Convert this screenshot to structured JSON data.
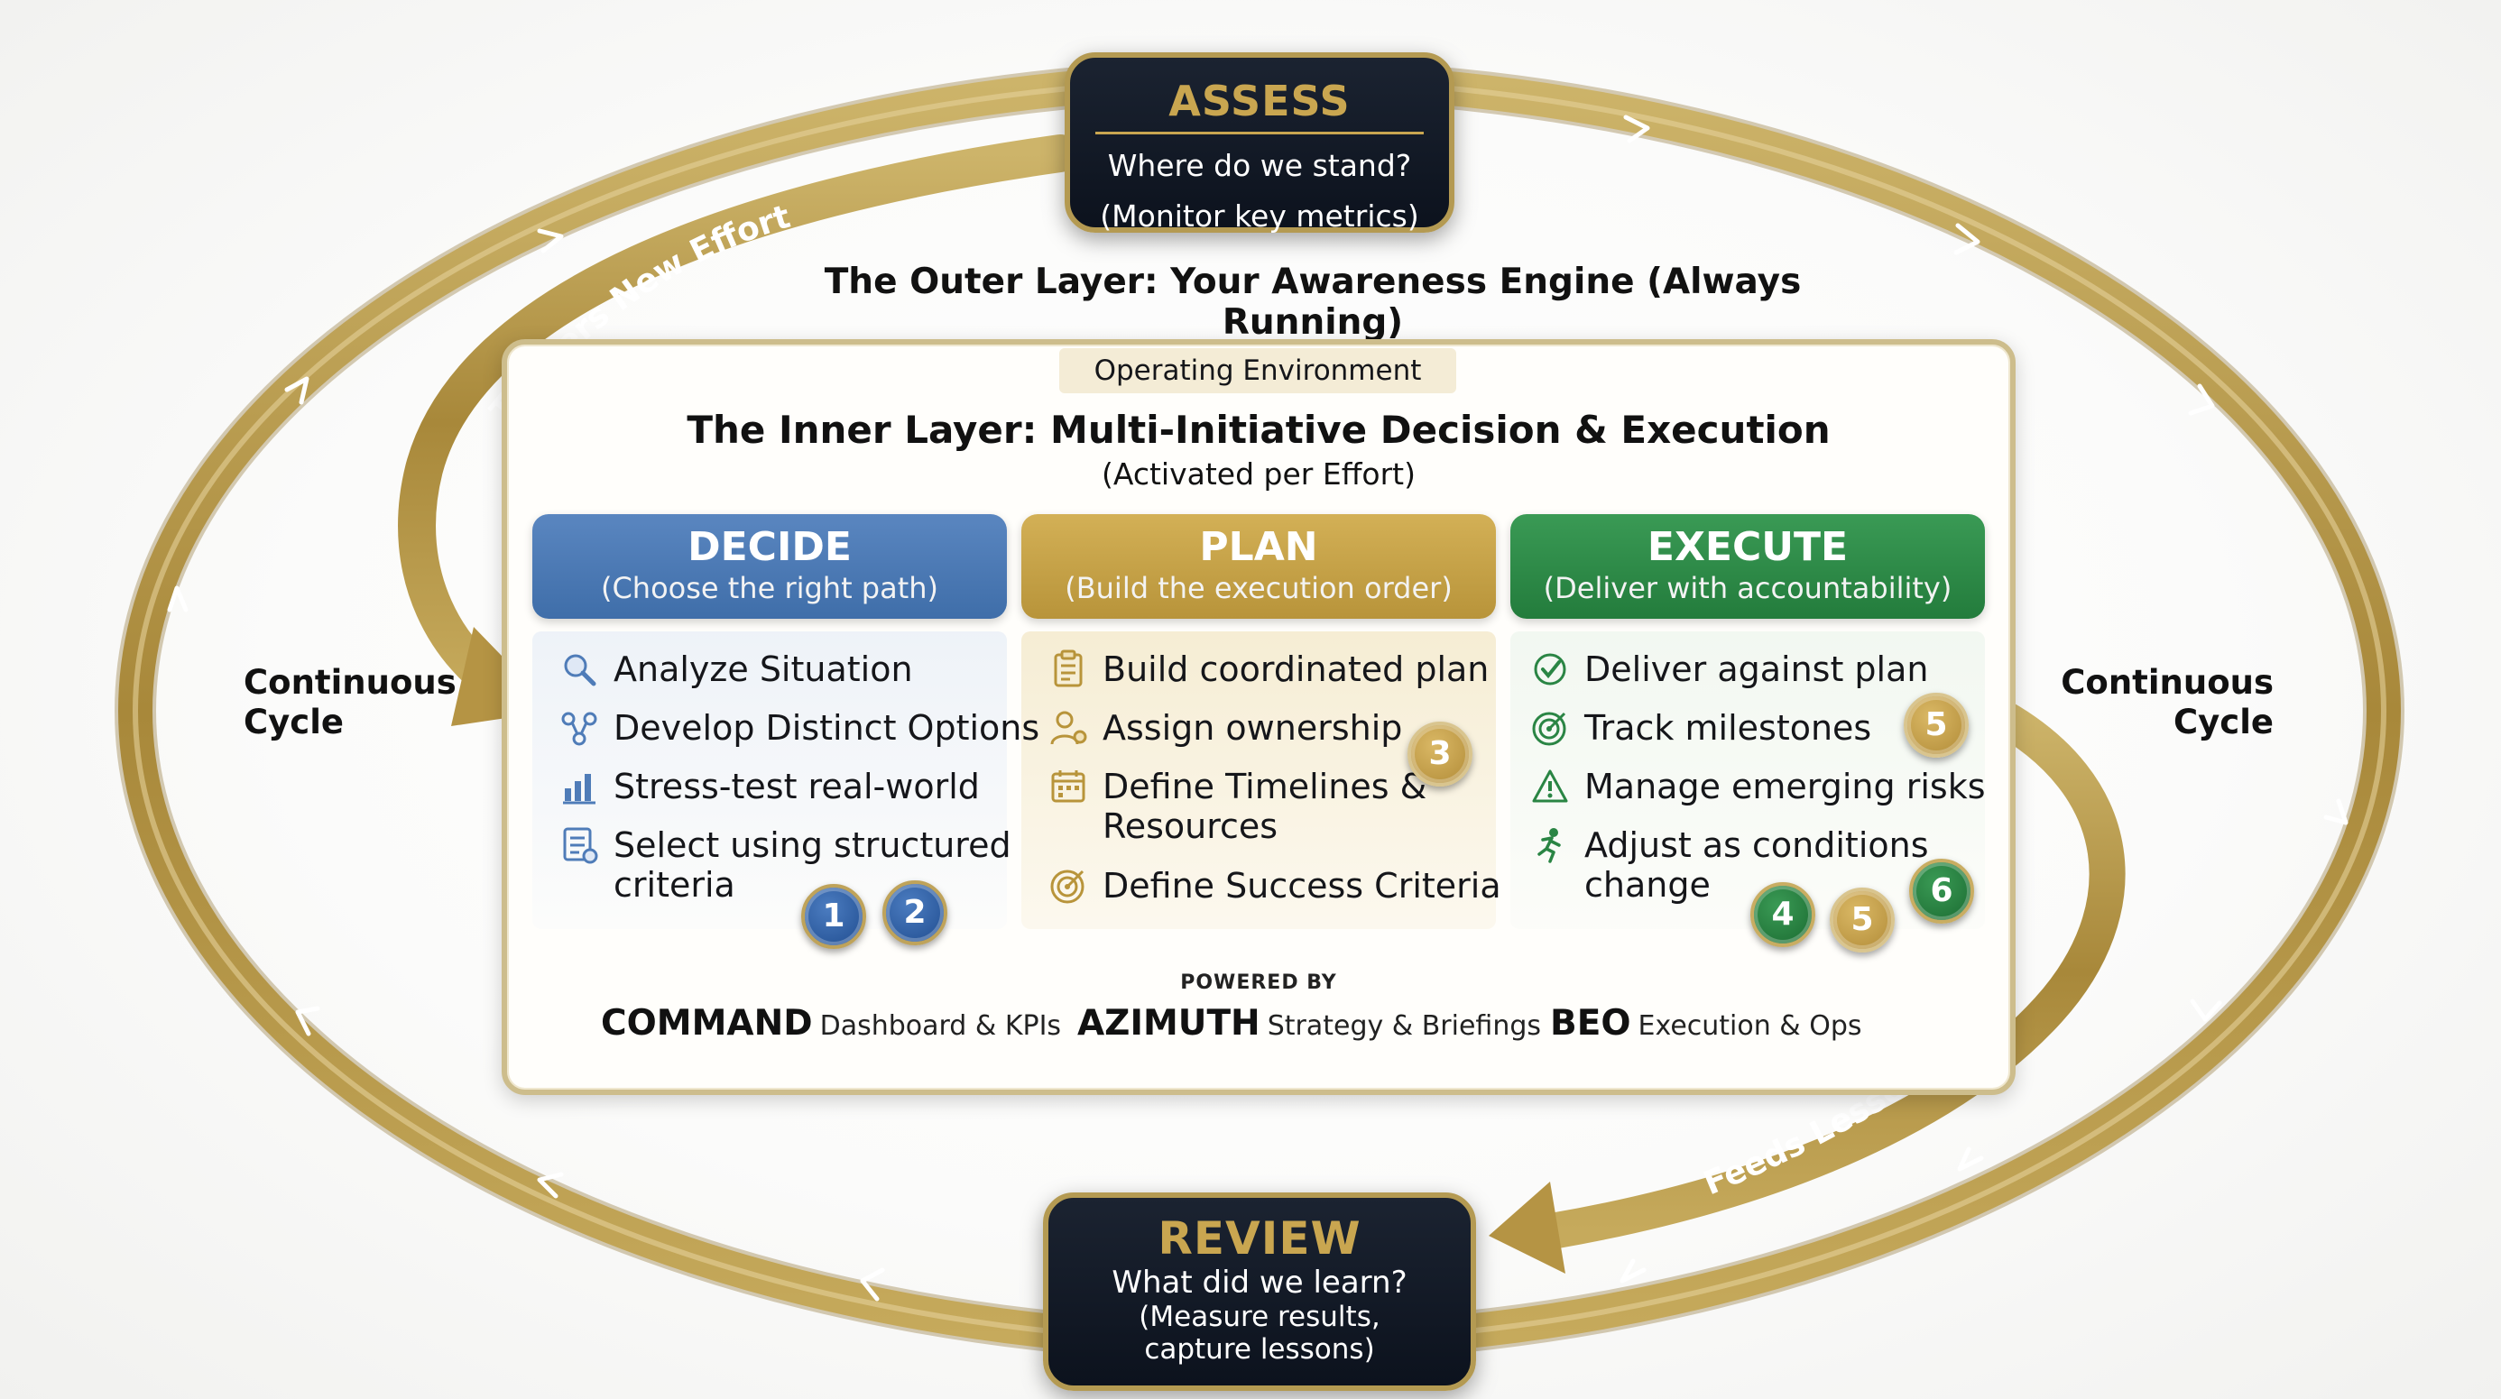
{
  "assess": {
    "title": "ASSESS",
    "line1": "Where do we stand?",
    "line2": "(Monitor key metrics)"
  },
  "review": {
    "title": "REVIEW",
    "line1": "What did we learn?",
    "line2": "(Measure results,",
    "line3": "capture lessons)"
  },
  "outer_title": "The Outer Layer: Your Awareness Engine (Always Running)",
  "arrow_labels": {
    "triggers": "Triggers New Effort",
    "feeds": "Feeds Lessons Back"
  },
  "side_labels": {
    "left_line1": "Continuous",
    "left_line2": "Cycle",
    "right_line1": "Continuous",
    "right_line2": "Cycle"
  },
  "panel": {
    "env_tag": "Operating Environment",
    "title": "The Inner Layer: Multi-Initiative Decision & Execution",
    "subtitle": "(Activated per Effort)"
  },
  "columns": {
    "decide": {
      "title": "DECIDE",
      "subtitle": "(Choose the right path)",
      "items": [
        {
          "text": "Analyze Situation",
          "icon": "magnifier-icon"
        },
        {
          "text": "Develop Distinct Options",
          "icon": "branch-options-icon"
        },
        {
          "text": "Stress-test real-world",
          "icon": "bar-chart-icon"
        },
        {
          "text": "Select using structured criteria",
          "line1": "Select using structured",
          "line2": "criteria",
          "icon": "checklist-icon"
        }
      ],
      "badges": [
        "1",
        "2"
      ]
    },
    "plan": {
      "title": "PLAN",
      "subtitle": "(Build the execution order)",
      "items": [
        {
          "text": "Build coordinated plan",
          "icon": "clipboard-icon"
        },
        {
          "text": "Assign ownership",
          "icon": "person-icon"
        },
        {
          "text": "Define Timelines & Resources",
          "line1": "Define Timelines &",
          "line2": "Resources",
          "icon": "calendar-icon"
        },
        {
          "text": "Define Success Criteria",
          "icon": "target-icon"
        }
      ],
      "badges": [
        "3"
      ]
    },
    "execute": {
      "title": "EXECUTE",
      "subtitle": "(Deliver with accountability)",
      "items": [
        {
          "text": "Deliver against plan",
          "icon": "check-circle-icon"
        },
        {
          "text": "Track milestones",
          "icon": "target-icon"
        },
        {
          "text": "Manage emerging risks",
          "icon": "warning-icon"
        },
        {
          "text": "Adjust as conditions change",
          "line1": "Adjust as conditions",
          "line2": "change",
          "icon": "runner-icon"
        }
      ],
      "badges": [
        "5",
        "4",
        "5",
        "6"
      ]
    }
  },
  "powered_by": {
    "label": "POWERED BY",
    "tools": [
      {
        "name": "COMMAND",
        "desc": "Dashboard & KPIs"
      },
      {
        "name": "AZIMUTH",
        "desc": "Strategy & Briefings"
      },
      {
        "name": "BEO",
        "desc": "Execution & Ops"
      }
    ]
  },
  "colors": {
    "gold": "#b49a52",
    "navy": "#0f1622",
    "decide_blue": "#3f6ea9",
    "plan_gold": "#c09c45",
    "execute_green": "#2a8544"
  }
}
